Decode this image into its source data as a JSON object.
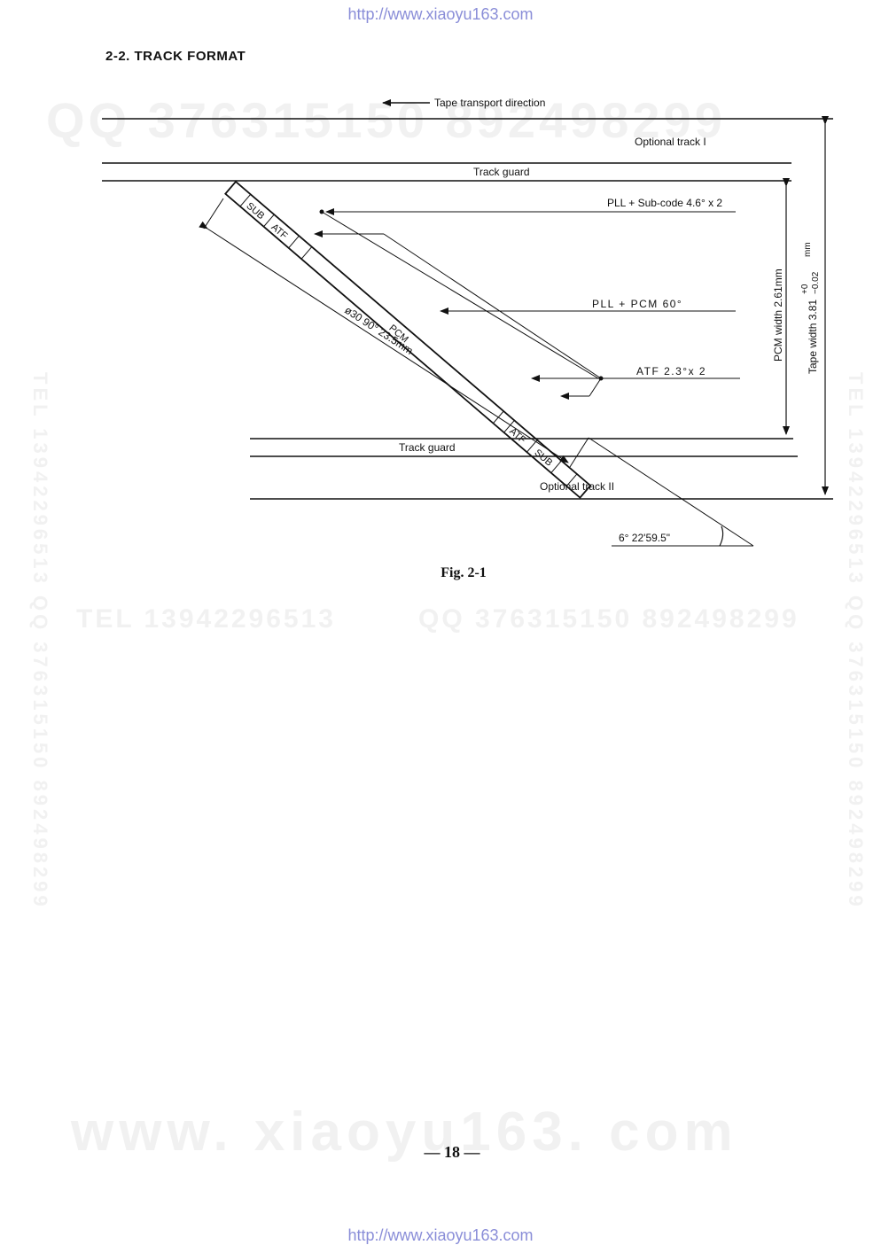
{
  "header": {
    "url": "http://www.xiaoyu163.com",
    "section_title": "2-2.  TRACK FORMAT"
  },
  "watermarks": {
    "qq_top": "QQ 376315150    892498299",
    "tel_mid": "TEL  13942296513",
    "qq_mid": "QQ  376315150  892498299",
    "vertical_left": "TEL 13942296513  QQ 376315150  892498299",
    "vertical_right": "TEL 13942296513  QQ 376315150  892498299",
    "bottom": "www. xiaoyu163. com"
  },
  "diagram": {
    "tape_direction": "Tape transport direction",
    "optional_track_1": "Optional track I",
    "track_guard_top": "Track guard",
    "pll_subcode": "PLL + Sub-code 4.6° x 2",
    "pll_pcm": "PLL + PCM  60°",
    "atf_label": "ATF  2.3°x 2",
    "pcm_width": "PCM width 2.61mm",
    "tape_width": "Tape width 3.81",
    "tape_tol_plus": "+0",
    "tape_tol_minus": "−0.02",
    "tape_unit": "mm",
    "track_guard_bottom": "Track guard",
    "optional_track_2": "Optional track II",
    "angle": "6° 22'59.5\"",
    "seg_sub": "SUB",
    "seg_atf": "ATF",
    "seg_pcm": "PCM",
    "dimension": "ø30   90°  23.5mm"
  },
  "figure": {
    "caption": "Fig. 2-1"
  },
  "footer": {
    "page_number": "— 18 —",
    "url": "http://www.xiaoyu163.com"
  }
}
